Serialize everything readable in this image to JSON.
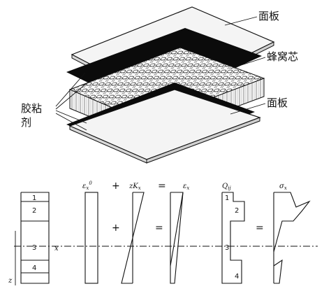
{
  "panel_labels": {
    "face_sheet_top": "面板",
    "honeycomb_core": "蜂窝芯",
    "adhesive_line1": "胶粘",
    "adhesive_line2": "剂",
    "face_sheet_bottom": "面板"
  },
  "stress_diagram": {
    "axis_x": "x",
    "axis_z": "z",
    "layers": [
      "1",
      "2",
      "3",
      "4"
    ],
    "term_initial_strain": "ε",
    "term_initial_strain_sup": "0",
    "term_initial_strain_sub": "x",
    "term_curvature": "zK",
    "term_curvature_sub": "x",
    "term_total_strain": "ε",
    "term_total_strain_sub": "x",
    "term_stiffness": "Q",
    "term_stiffness_sub": "ij",
    "term_stress": "σ",
    "term_stress_sub": "x",
    "operators": {
      "plus": "+",
      "equals": "="
    },
    "stiffness_layers": [
      "1",
      "2",
      "3",
      "4"
    ]
  }
}
